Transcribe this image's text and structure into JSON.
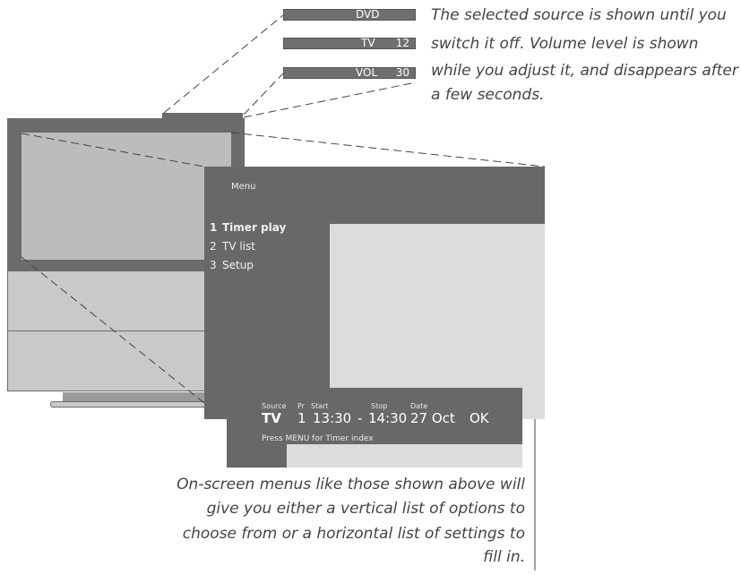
{
  "status_bars": {
    "source": {
      "label": "DVD"
    },
    "tv": {
      "label": "TV",
      "number": "12"
    },
    "volume": {
      "label": "VOL",
      "number": "30"
    }
  },
  "top_caption": {
    "lines": [
      "The selected source is shown until you",
      "switch it off. Volume level is shown",
      "while you adjust it, and disappears after",
      "a few seconds."
    ]
  },
  "menu": {
    "title": "Menu",
    "items": [
      {
        "number": "1",
        "label": "Timer play",
        "selected": true
      },
      {
        "number": "2",
        "label": "TV list",
        "selected": false
      },
      {
        "number": "3",
        "label": "Setup",
        "selected": false
      }
    ]
  },
  "timer": {
    "headers": {
      "source": "Source",
      "pr": "Pr",
      "start": "Start",
      "stop": "Stop",
      "date": "Date"
    },
    "values": {
      "source": "TV",
      "pr": "1",
      "start": "13:30",
      "dash": "-",
      "stop": "14:30",
      "date": "27 Oct",
      "ok": "OK"
    },
    "hint": "Press MENU for Timer index"
  },
  "bottom_caption": {
    "lines": [
      "On-screen menus like those shown above will",
      "give you either a vertical list of options to",
      "choose from or a horizontal list of settings to",
      "fill in."
    ]
  },
  "colors": {
    "panel_dark": "#68686a",
    "panel_light": "#dcdcdd",
    "tv_frame": "#6b6b6d",
    "tv_screen": "#bcbcbd"
  }
}
